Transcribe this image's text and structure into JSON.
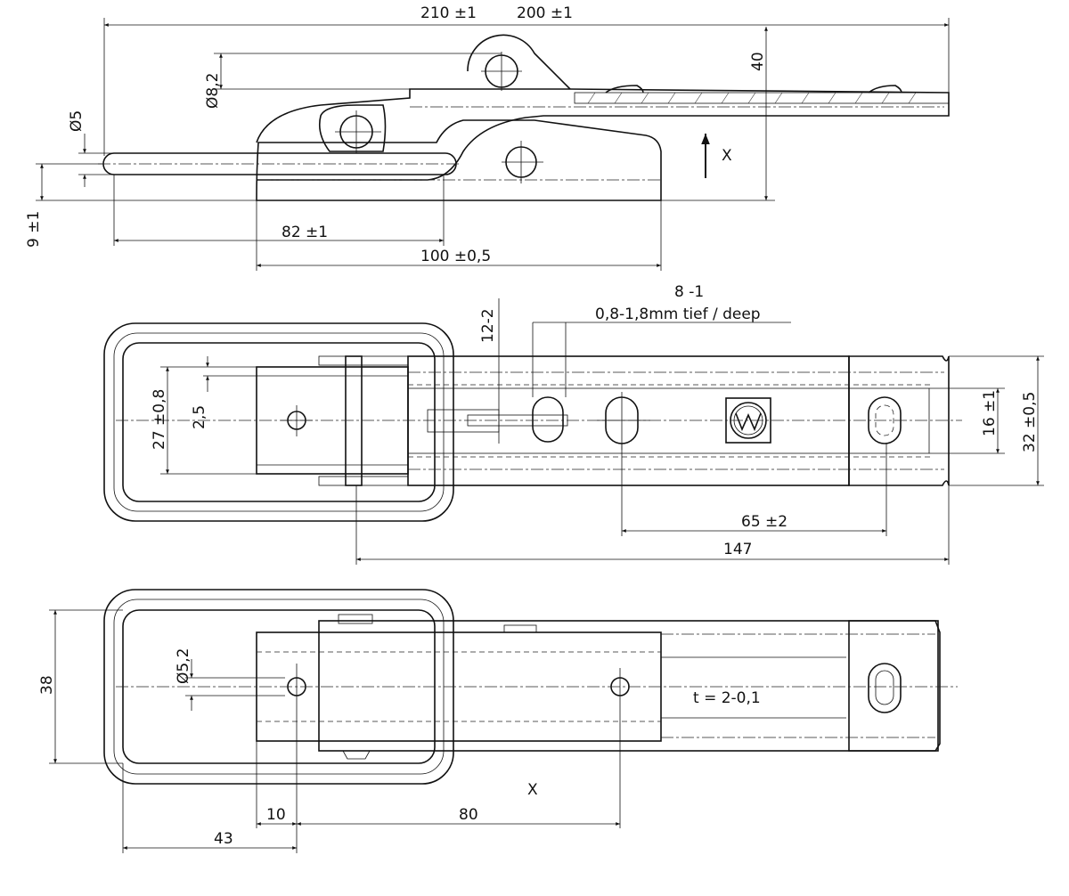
{
  "top_view": {
    "overall_length_a": "210 ±1",
    "overall_length_b": "200 ±1",
    "height": "40",
    "pivot_diameter": "Ø8,2",
    "loop_diameter": "Ø5",
    "base_offset": "9 ±1",
    "loop_length": "82 ±1",
    "base_length": "100 ±0,5",
    "direction_label": "X"
  },
  "middle_view": {
    "slot_width": "8 -1",
    "slot_depth_note": "0,8-1,8mm tief / deep",
    "slot_length": "12-2",
    "inner_width": "27 ±0,8",
    "thickness": "2,5",
    "slot_spacing_width": "16 ±1",
    "outer_width": "32 ±0,5",
    "hole_spacing": "65 ±2",
    "plate_length": "147"
  },
  "bottom_view": {
    "loop_width": "38",
    "hole_diameter": "Ø5,2",
    "material_thickness": "t = 2-0,1",
    "direction_label": "X",
    "edge_offset": "10",
    "hole_spacing": "80",
    "loop_offset": "43"
  }
}
